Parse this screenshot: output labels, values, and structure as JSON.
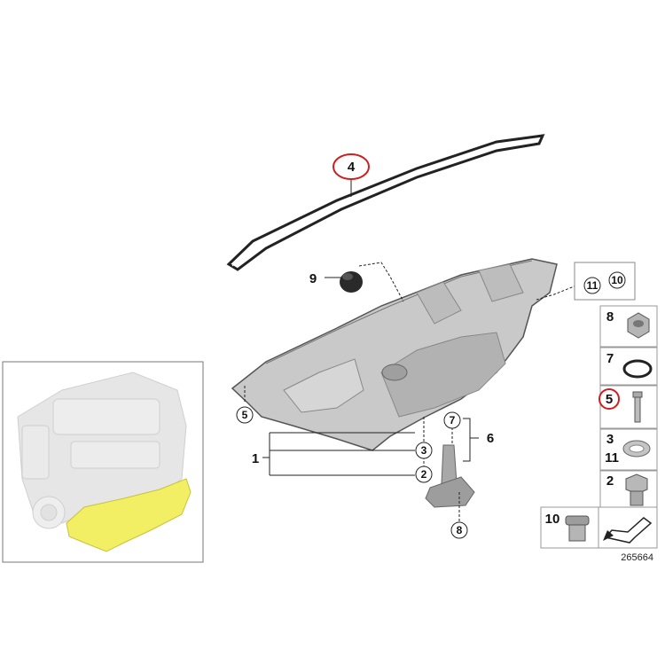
{
  "diagram": {
    "callouts": {
      "c4": "4",
      "c9": "9",
      "c11": "11",
      "c10": "10",
      "c5": "5",
      "c1": "1",
      "c3": "3",
      "c2": "2",
      "c7": "7",
      "c6": "6",
      "c8": "8"
    },
    "legend": [
      {
        "label": "8",
        "icon": "hex-nut-icon"
      },
      {
        "label": "7",
        "icon": "o-ring-icon"
      },
      {
        "label": "5",
        "icon": "bolt-icon"
      },
      {
        "label": "3",
        "label2": "11",
        "icon": "washer-icon"
      },
      {
        "label": "2",
        "icon": "drain-plug-icon"
      }
    ],
    "bottom_box_label": "10",
    "reference_number": "265664",
    "highlight_colors": {
      "circle": "#cc1f1f",
      "engine_oil_pan": "#f3ef64"
    }
  }
}
